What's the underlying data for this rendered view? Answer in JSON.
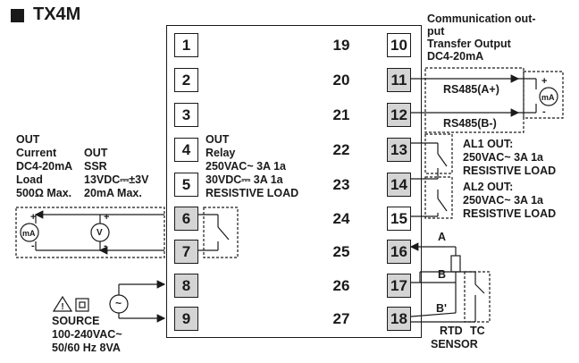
{
  "title": "TX4M",
  "terminals": {
    "t1": "1",
    "t2": "2",
    "t3": "3",
    "t4": "4",
    "t5": "5",
    "t6": "6",
    "t7": "7",
    "t8": "8",
    "t9": "9",
    "t10": "10",
    "t11": "11",
    "t12": "12",
    "t13": "13",
    "t14": "14",
    "t15": "15",
    "t16": "16",
    "t17": "17",
    "t18": "18",
    "t19": "19",
    "t20": "20",
    "t21": "21",
    "t22": "22",
    "t23": "23",
    "t24": "24",
    "t25": "25",
    "t26": "26",
    "t27": "27"
  },
  "labels": {
    "comm_line1": "Communication out-",
    "comm_line2": "put",
    "comm_line3": "Transfer Output",
    "comm_line4": "DC4-20mA",
    "rs485_a": "RS485(A+)",
    "rs485_b": "RS485(B-)",
    "al1_line1": "AL1 OUT:",
    "al1_line2": "250VAC~ 3A 1a",
    "al1_line3": "RESISTIVE LOAD",
    "al2_line1": "AL2 OUT:",
    "al2_line2": "250VAC~ 3A 1a",
    "al2_line3": "RESISTIVE LOAD",
    "out_current_1": "OUT",
    "out_current_2": "Current",
    "out_current_3": "DC4-20mA",
    "out_current_4": "Load",
    "out_current_5": "500Ω Max.",
    "out_ssr_1": "OUT",
    "out_ssr_2": "SSR",
    "out_ssr_3": "13VDC⎓±3V",
    "out_ssr_4": "20mA Max.",
    "out_relay_1": "OUT",
    "out_relay_2": "Relay",
    "out_relay_3": "250VAC~ 3A 1a",
    "out_relay_4": "30VDC⎓ 3A 1a",
    "out_relay_5": "RESISTIVE LOAD",
    "source_1": "SOURCE",
    "source_2": "100-240VAC~",
    "source_3": "50/60 Hz 8VA",
    "rtd_a": "A",
    "rtd_b": "B",
    "rtd_b2": "B'",
    "rtd": "RTD",
    "sensor": "SENSOR",
    "tc": "TC",
    "plus": "+",
    "minus": "-",
    "ma": "mA",
    "v": "V",
    "tilde": "~"
  }
}
